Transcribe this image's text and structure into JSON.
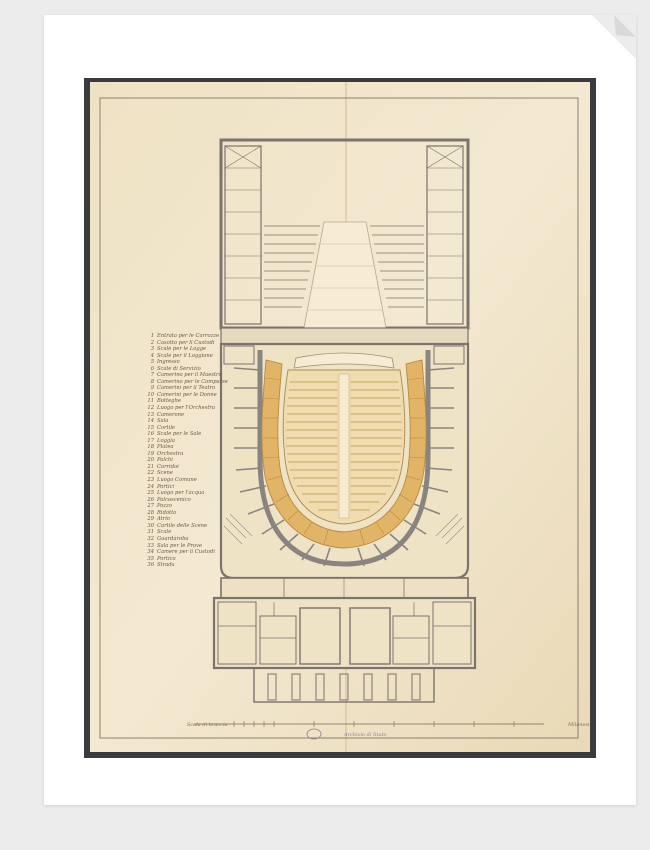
{
  "print": {
    "border_color": "#ffffff",
    "paper_color": "#efe3c6"
  },
  "legend": {
    "items": [
      {
        "n": "1",
        "t": "Entrata per le Carrozze"
      },
      {
        "n": "2",
        "t": "Casotto per li Custodi"
      },
      {
        "n": "3",
        "t": "Scale per le Logge"
      },
      {
        "n": "4",
        "t": "Scale per il Loggione"
      },
      {
        "n": "5",
        "t": "Ingresso"
      },
      {
        "n": "6",
        "t": "Scale di Servizio"
      },
      {
        "n": "7",
        "t": "Camerino per il Maestro"
      },
      {
        "n": "8",
        "t": "Camerino per le Comparse"
      },
      {
        "n": "9",
        "t": "Camerini per il Teatro"
      },
      {
        "n": "10",
        "t": "Camerini per le Donne"
      },
      {
        "n": "11",
        "t": "Botteghe"
      },
      {
        "n": "12",
        "t": "Luogo per l'Orchestra"
      },
      {
        "n": "13",
        "t": "Camerone"
      },
      {
        "n": "14",
        "t": "Sala"
      },
      {
        "n": "15",
        "t": "Cortile"
      },
      {
        "n": "16",
        "t": "Scale per le Sale"
      },
      {
        "n": "17",
        "t": "Loggia"
      },
      {
        "n": "18",
        "t": "Platea"
      },
      {
        "n": "19",
        "t": "Orchestra"
      },
      {
        "n": "20",
        "t": "Palchi"
      },
      {
        "n": "21",
        "t": "Corridoi"
      },
      {
        "n": "22",
        "t": "Scene"
      },
      {
        "n": "23",
        "t": "Luogo Comune"
      },
      {
        "n": "24",
        "t": "Portici"
      },
      {
        "n": "25",
        "t": "Luogo per l'acqua"
      },
      {
        "n": "26",
        "t": "Palcoscenico"
      },
      {
        "n": "27",
        "t": "Pozzo"
      },
      {
        "n": "28",
        "t": "Ridotto"
      },
      {
        "n": "29",
        "t": "Atrio"
      },
      {
        "n": "30",
        "t": "Cortile delle Scene"
      },
      {
        "n": "31",
        "t": "Scale"
      },
      {
        "n": "32",
        "t": "Guardaroba"
      },
      {
        "n": "33",
        "t": "Sala per le Prove"
      },
      {
        "n": "34",
        "t": "Camere per li Custodi"
      },
      {
        "n": "35",
        "t": "Portico"
      },
      {
        "n": "36",
        "t": "Strada"
      }
    ]
  },
  "scale": {
    "left_label": "Scala di braccia",
    "right_label": "Milanesi"
  },
  "stamp": {
    "label": "Archivio di Stato"
  },
  "plan": {
    "sheet_color": "#f1e6ca",
    "ink_color": "#7a6f68",
    "wall_color": "#8a8480",
    "seat_color": "#e4b86a",
    "seat_line_color": "#b98a3c"
  }
}
